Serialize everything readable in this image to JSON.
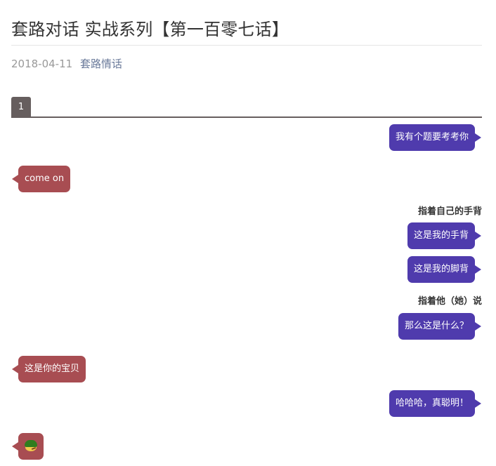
{
  "article": {
    "title": "套路对话 实战系列【第一百零七话】",
    "date": "2018-04-11",
    "category": "套路情话"
  },
  "pagination": {
    "current_page": "1"
  },
  "colors": {
    "right_bubble": "#4f3bad",
    "left_bubble": "#a84d52",
    "page_tab": "#665e5e"
  },
  "chat": [
    {
      "type": "message",
      "side": "right",
      "text": "我有个题要考考你"
    },
    {
      "type": "message",
      "side": "left",
      "text": "come on"
    },
    {
      "type": "narration",
      "text": "指着自己的手背"
    },
    {
      "type": "message",
      "side": "right",
      "text": "这是我的手背"
    },
    {
      "type": "message",
      "side": "right",
      "text": "这是我的脚背"
    },
    {
      "type": "narration",
      "text": "指着他（她）说"
    },
    {
      "type": "message",
      "side": "right",
      "text": "那么这是什么？"
    },
    {
      "type": "message",
      "side": "left",
      "text": "这是你的宝贝"
    },
    {
      "type": "message",
      "side": "right",
      "text": "哈哈哈，真聪明！"
    },
    {
      "type": "message",
      "side": "left",
      "text": "",
      "icon": "turtle-hat-emoji-icon"
    }
  ]
}
